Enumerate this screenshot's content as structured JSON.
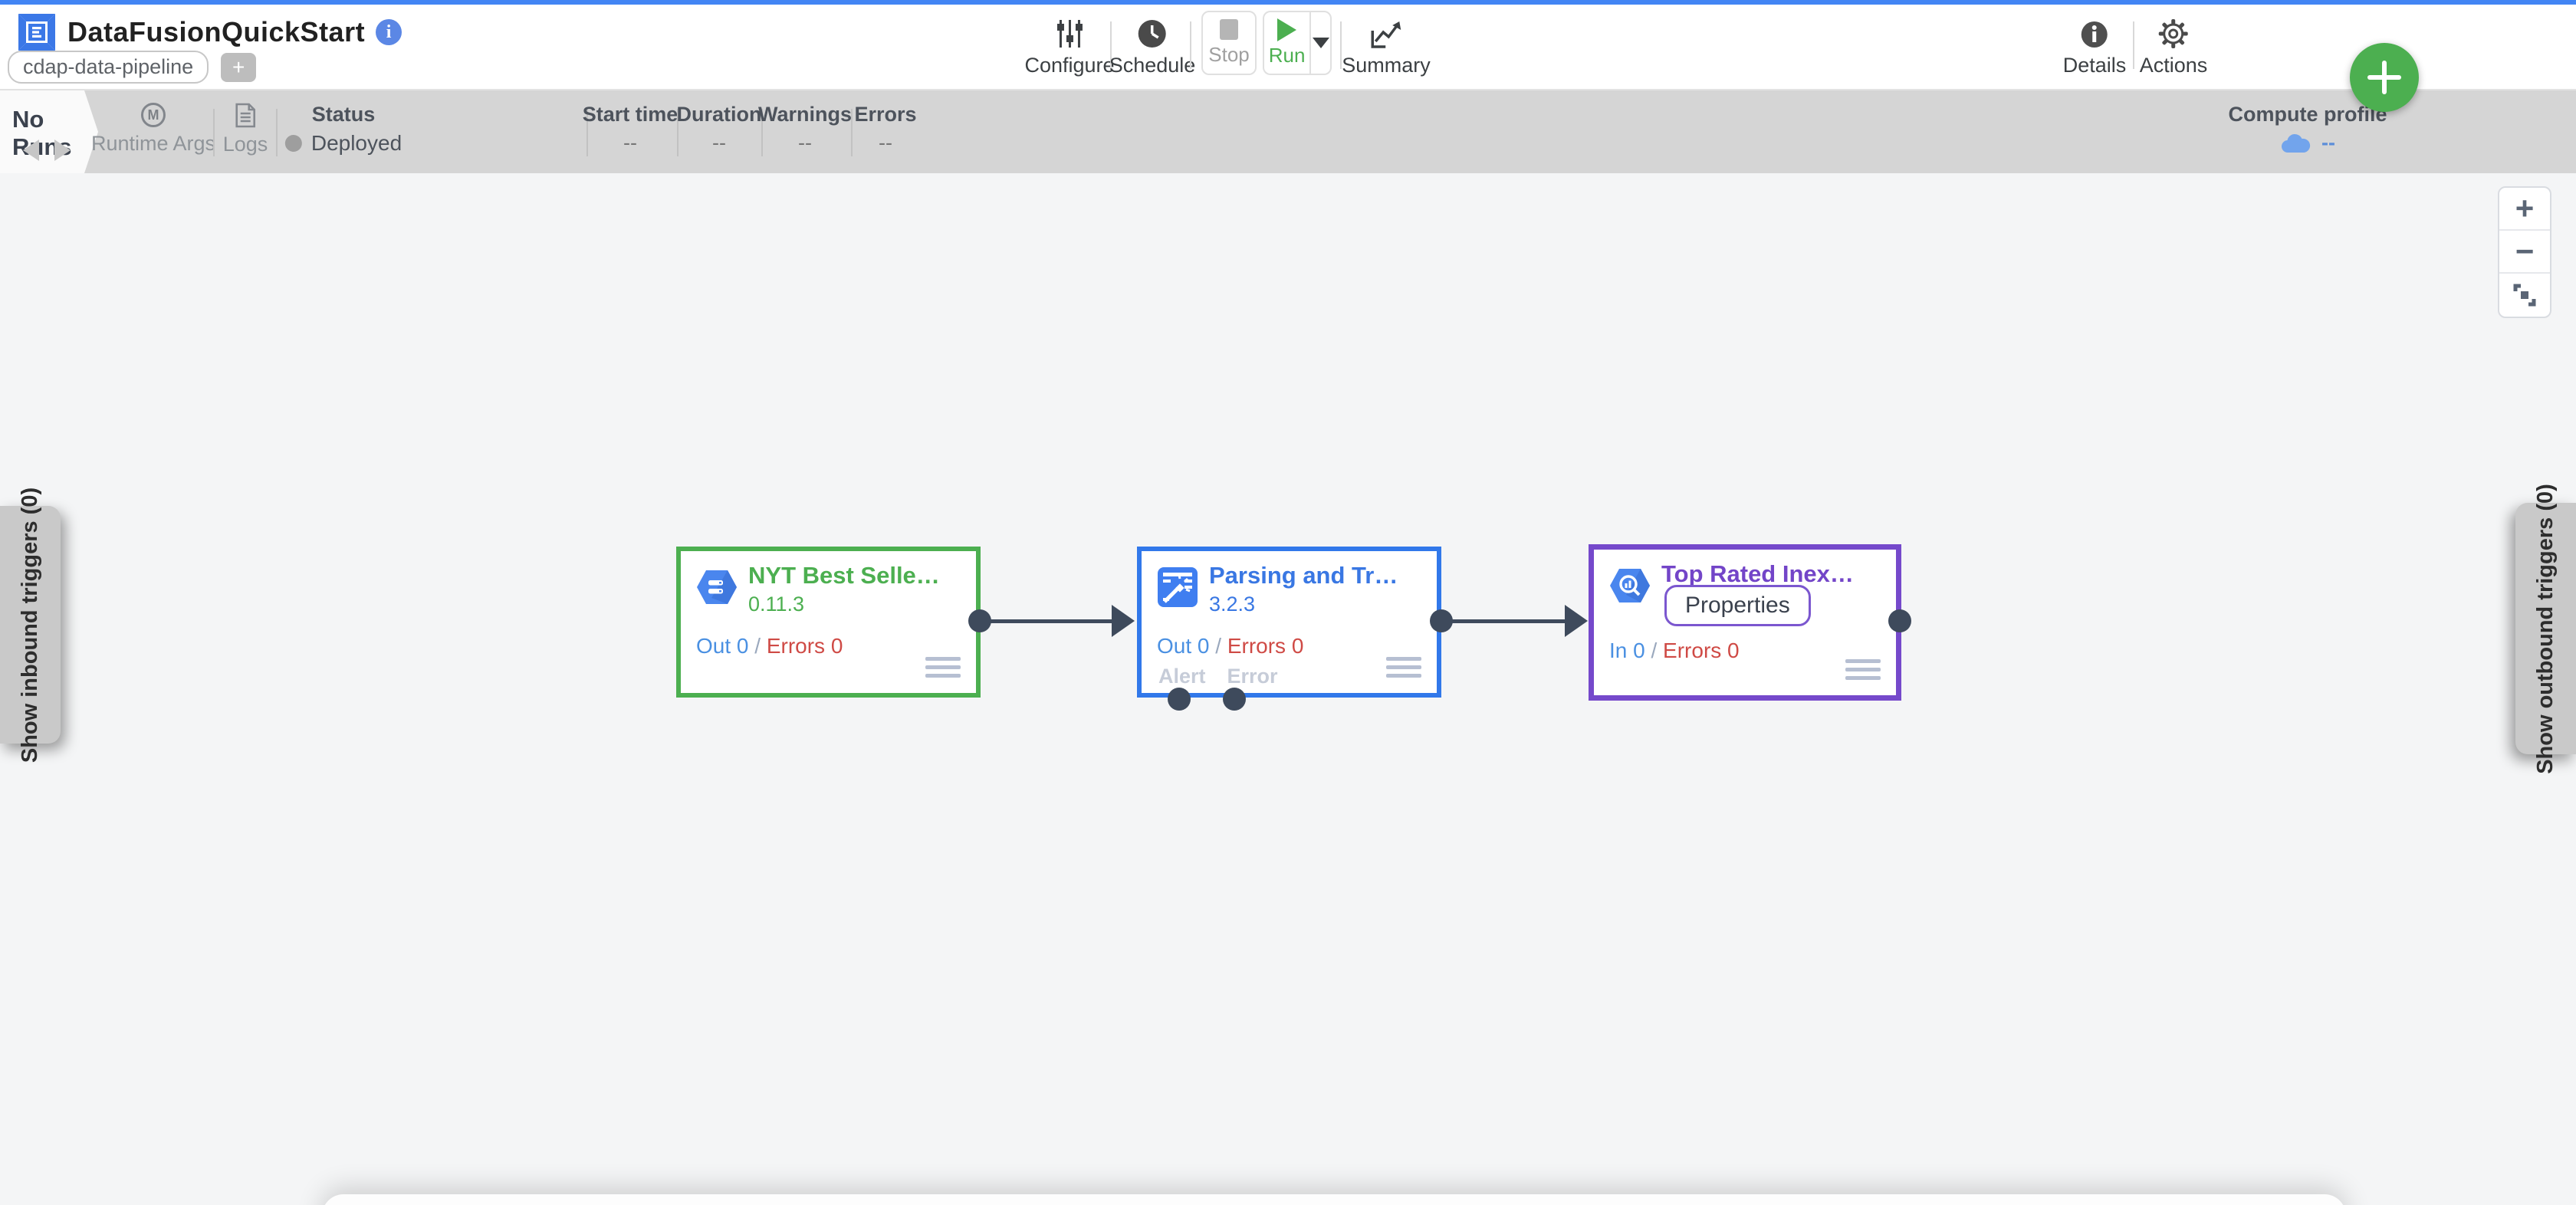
{
  "colors": {
    "top_strip_blue": "#4285f4",
    "run_green": "#4caf50",
    "fab_green": "#4caf50",
    "node_source_green": "#4caf50",
    "node_transform_blue": "#3178ea",
    "node_sink_purple": "#7549cb",
    "metric_blue": "#4a90e2",
    "metric_red": "#cf4a45",
    "port_dark": "#3e4a5c",
    "runsbar_gray": "#d5d5d5"
  },
  "topbar": {
    "title": "DataFusionQuickStart",
    "info_badge": "i",
    "pipeline_type_chip": "cdap-data-pipeline",
    "add_chip": "+",
    "configure": "Configure",
    "schedule": "Schedule",
    "stop": "Stop",
    "run": "Run",
    "summary": "Summary",
    "details": "Details",
    "actions": "Actions"
  },
  "runsbar": {
    "no_runs": "No Runs",
    "runtime_args_icon": "M",
    "runtime_args": "Runtime Args",
    "logs": "Logs",
    "status_label": "Status",
    "status_value": "Deployed",
    "metrics": [
      {
        "label": "Start time",
        "value": "--"
      },
      {
        "label": "Duration",
        "value": "--"
      },
      {
        "label": "Warnings",
        "value": "--"
      },
      {
        "label": "Errors",
        "value": "--"
      }
    ],
    "compute_profile_label": "Compute profile",
    "compute_profile_value": "--"
  },
  "canvas": {
    "inbound_tab": "Show inbound triggers (0)",
    "outbound_tab": "Show outbound triggers (0)",
    "zoom_in": "+",
    "zoom_out": "−",
    "nodes": [
      {
        "title": "NYT Best Selle…",
        "version": "0.11.3",
        "io_label": "Out 0",
        "separator": "/",
        "errors_label": "Errors 0"
      },
      {
        "title": "Parsing and Tr…",
        "version": "3.2.3",
        "io_label": "Out 0",
        "separator": "/",
        "errors_label": "Errors 0",
        "alert_port_label": "Alert",
        "error_port_label": "Error"
      },
      {
        "title": "Top Rated Inex…",
        "properties_button": "Properties",
        "io_label": "In 0",
        "separator": "/",
        "errors_label": "Errors 0"
      }
    ]
  }
}
